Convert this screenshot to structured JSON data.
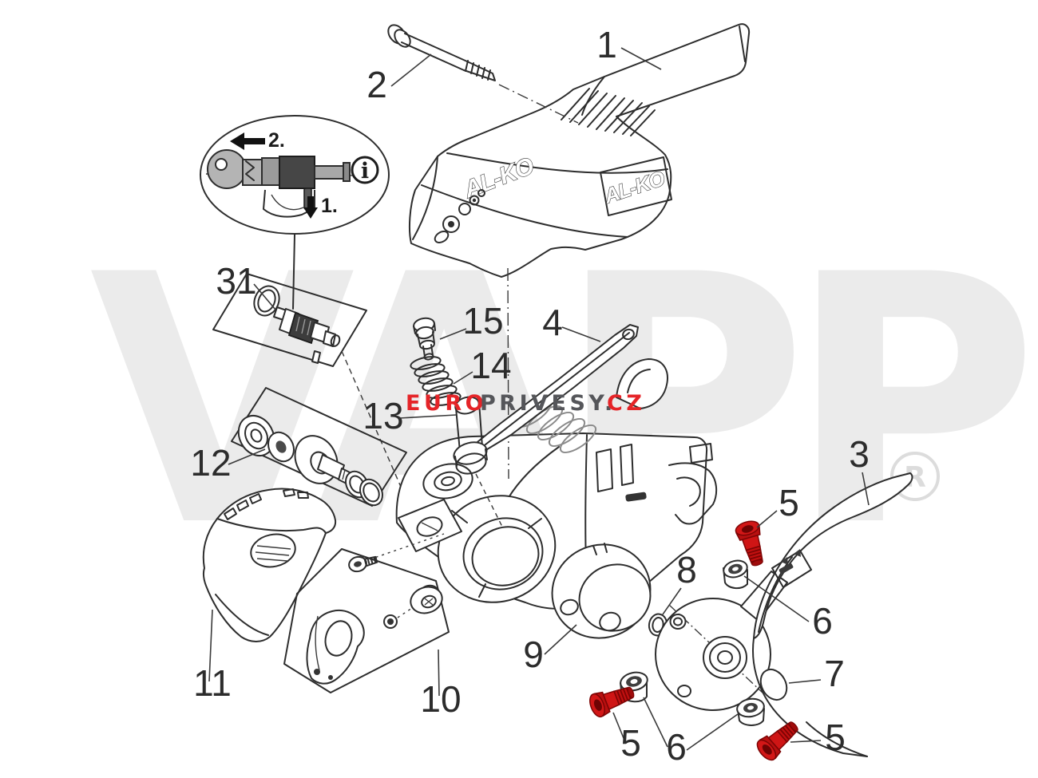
{
  "watermark": {
    "brand": "VAPP",
    "registered": "R",
    "site_euro": "EURO",
    "site_privesy": "PRIVESY.",
    "site_cz": "CZ"
  },
  "colors": {
    "line": "#2d2d2d",
    "red_accent": "#cf1515",
    "site_red": "#e52428",
    "site_dark": "#55565a",
    "watermark_gray": "#ebebeb"
  },
  "cover": {
    "logo_front": "AL-KO",
    "logo_side": "AL-KO"
  },
  "inset": {
    "step_turn": "2.",
    "step_press": "1.",
    "info_glyph": "i"
  },
  "labels": [
    {
      "part": "handle-cover",
      "text": "1"
    },
    {
      "part": "long-bolt",
      "text": "2"
    },
    {
      "part": "lock-cylinder-kit",
      "text": "31"
    },
    {
      "part": "pin-bolt",
      "text": "15"
    },
    {
      "part": "spring",
      "text": "14"
    },
    {
      "part": "bushing-sleeve",
      "text": "13"
    },
    {
      "part": "damper-disc-kit",
      "text": "12"
    },
    {
      "part": "hand-lever",
      "text": "4"
    },
    {
      "part": "release-lever",
      "text": "3"
    },
    {
      "part": "red-screw-top",
      "text": "5"
    },
    {
      "part": "spacer-bushing-right",
      "text": "6"
    },
    {
      "part": "o-ring",
      "text": "8"
    },
    {
      "part": "clamp-collar",
      "text": "9"
    },
    {
      "part": "cap-disc",
      "text": "7"
    },
    {
      "part": "red-screw-bottom-left",
      "text": "5"
    },
    {
      "part": "spacer-bushing-bottom",
      "text": "6"
    },
    {
      "part": "red-screw-bottom-right",
      "text": "5"
    },
    {
      "part": "friction-pad",
      "text": "11"
    },
    {
      "part": "friction-pad-kit",
      "text": "10"
    }
  ]
}
